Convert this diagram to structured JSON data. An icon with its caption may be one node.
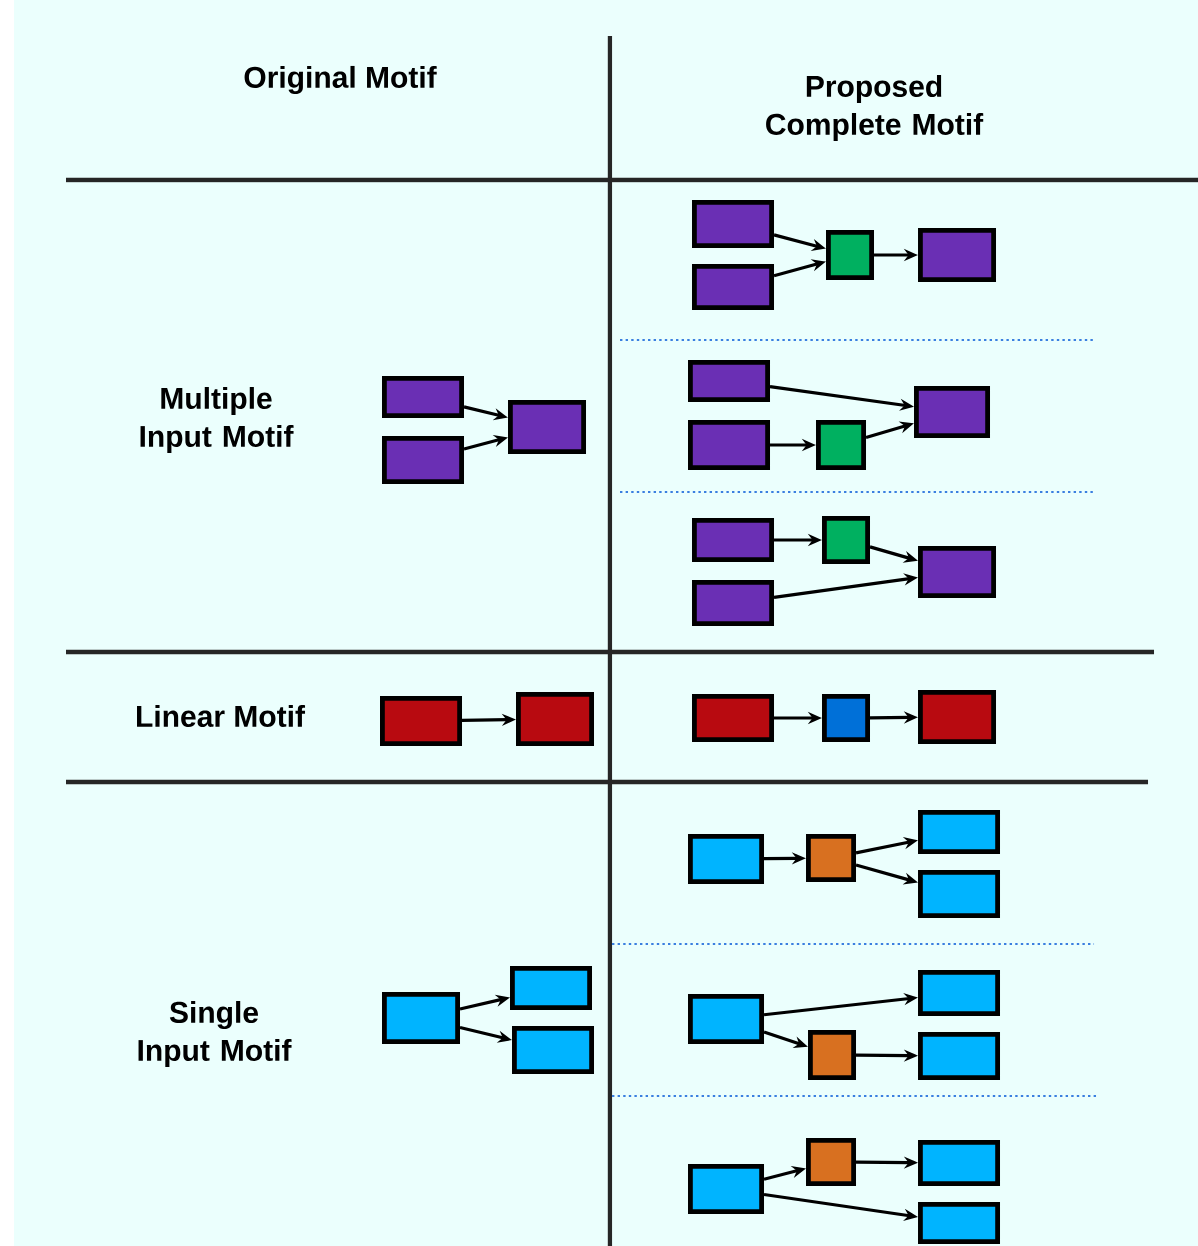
{
  "diagram": {
    "nodes": [
      {
        "text": [],
        "shape": "box"
      },
      {
        "text": [],
        "shape": "box"
      },
      {
        "text": [],
        "shape": "box"
      },
      {
        "text": [],
        "shape": "box"
      },
      {
        "text": [],
        "shape": "box"
      },
      {
        "text": [],
        "shape": "box"
      },
      {
        "text": [],
        "shape": "box"
      },
      {
        "text": [],
        "shape": "box"
      },
      {
        "text": [],
        "shape": "box"
      },
      {
        "text": [],
        "shape": "box"
      },
      {
        "text": [],
        "shape": "box"
      },
      {
        "text": [],
        "shape": "box"
      },
      {
        "text": [],
        "shape": "box"
      },
      {
        "text": [],
        "shape": "box"
      },
      {
        "text": [],
        "shape": "box"
      },
      {
        "text": [],
        "shape": "box"
      },
      {
        "text": [],
        "shape": "box"
      },
      {
        "text": [],
        "shape": "box"
      },
      {
        "text": [],
        "shape": "box"
      },
      {
        "text": [],
        "shape": "box"
      },
      {
        "text": [],
        "shape": "box"
      },
      {
        "text": [],
        "shape": "box"
      },
      {
        "text": [],
        "shape": "box"
      },
      {
        "text": [],
        "shape": "box"
      },
      {
        "text": [],
        "shape": "box"
      },
      {
        "text": [],
        "shape": "box"
      },
      {
        "text": [],
        "shape": "box"
      },
      {
        "text": [],
        "shape": "box"
      },
      {
        "text": [],
        "shape": "box"
      },
      {
        "text": [],
        "shape": "box"
      },
      {
        "text": [],
        "shape": "box"
      },
      {
        "text": [],
        "shape": "box"
      },
      {
        "text": [],
        "shape": "box"
      },
      {
        "text": [],
        "shape": "box"
      },
      {
        "text": [],
        "shape": "box"
      }
    ],
    "edges": [
      {
        "from": 0,
        "to": 2,
        "arrow": "to"
      },
      {
        "from": 1,
        "to": 2,
        "arrow": "to"
      },
      {
        "from": 3,
        "to": 5,
        "arrow": "to"
      },
      {
        "from": 4,
        "to": 5,
        "arrow": "to"
      },
      {
        "from": 5,
        "to": 6,
        "arrow": "to"
      },
      {
        "from": 7,
        "to": 10,
        "arrow": "to"
      },
      {
        "from": 8,
        "to": 9,
        "arrow": "to"
      },
      {
        "from": 9,
        "to": 10,
        "arrow": "to"
      },
      {
        "from": 11,
        "to": 13,
        "arrow": "to"
      },
      {
        "from": 13,
        "to": 14,
        "arrow": "to"
      },
      {
        "from": 12,
        "to": 14,
        "arrow": "to"
      },
      {
        "from": 15,
        "to": 16,
        "arrow": "to"
      },
      {
        "from": 17,
        "to": 18,
        "arrow": "to"
      },
      {
        "from": 18,
        "to": 19,
        "arrow": "to"
      },
      {
        "from": 20,
        "to": 21,
        "arrow": "to"
      },
      {
        "from": 20,
        "to": 22,
        "arrow": "to"
      },
      {
        "from": 23,
        "to": 24,
        "arrow": "to"
      },
      {
        "from": 24,
        "to": 25,
        "arrow": "to"
      },
      {
        "from": 24,
        "to": 26,
        "arrow": "to"
      },
      {
        "from": 27,
        "to": 29,
        "arrow": "to"
      },
      {
        "from": 27,
        "to": 28,
        "arrow": "to"
      },
      {
        "from": 28,
        "to": 30,
        "arrow": "to"
      },
      {
        "from": 31,
        "to": 32,
        "arrow": "to"
      },
      {
        "from": 32,
        "to": 33,
        "arrow": "to"
      },
      {
        "from": 31,
        "to": 34,
        "arrow": "to"
      }
    ],
    "labels": [
      "Original Motif",
      "Proposed Complete Motif",
      "Multiple Input Motif",
      "Linear Motif",
      "Single Input Motif"
    ]
  }
}
